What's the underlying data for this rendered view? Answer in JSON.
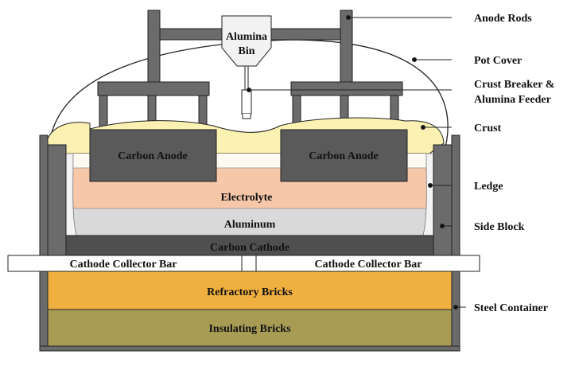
{
  "diagram": {
    "inner_labels": {
      "alumina_bin_line1": "Alumina",
      "alumina_bin_line2": "Bin",
      "carbon_anode_left": "Carbon Anode",
      "carbon_anode_right": "Carbon Anode",
      "electrolyte": "Electrolyte",
      "aluminum": "Aluminum",
      "carbon_cathode": "Carbon Cathode",
      "cathode_collector_bar_left": "Cathode Collector Bar",
      "cathode_collector_bar_right": "Cathode Collector Bar",
      "refractory_bricks": "Refractory Bricks",
      "insulating_bricks": "Insulating Bricks"
    },
    "callouts": {
      "anode_rods": "Anode Rods",
      "pot_cover": "Pot Cover",
      "crust_breaker_line1": "Crust Breaker &",
      "crust_breaker_line2": "Alumina Feeder",
      "crust": "Crust",
      "ledge": "Ledge",
      "side_block": "Side Block",
      "steel_container": "Steel Container"
    },
    "colors": {
      "anode": "#5a5a5a",
      "steel": "#6b6b6b",
      "crust": "#fbf1b2",
      "electrolyte": "#f7c7a9",
      "aluminum": "#d9d9d9",
      "cathode": "#4f4f4f",
      "refractory": "#f0b040",
      "insulating": "#a89c55",
      "collector_bar": "#ffffff",
      "outline": "#222222"
    }
  }
}
